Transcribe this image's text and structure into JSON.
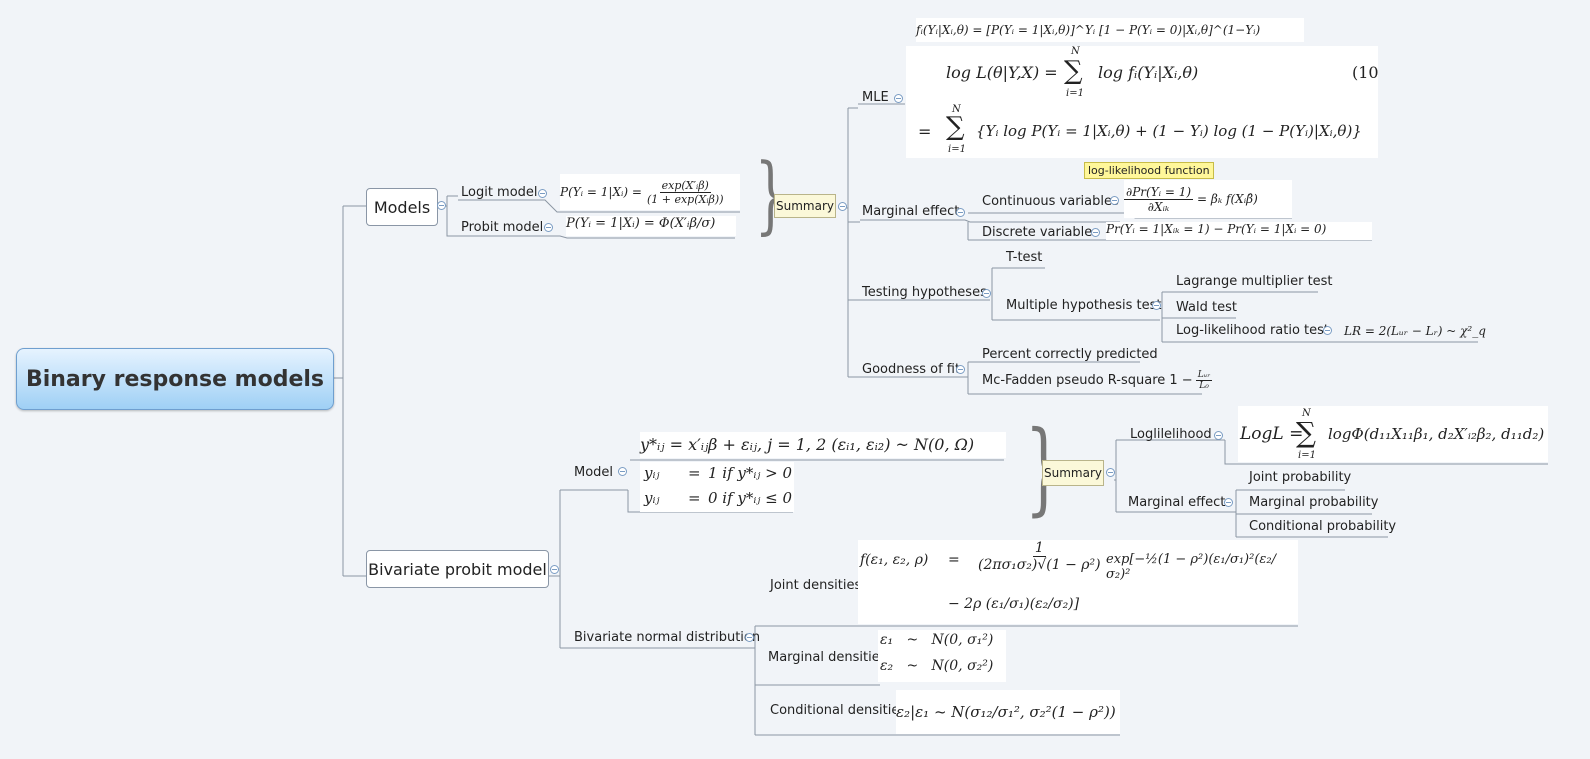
{
  "root": {
    "label": "Binary response models"
  },
  "models": {
    "label": "Models",
    "logit": {
      "label": "Logit model",
      "formula_lhs": "P(Yᵢ = 1|Xᵢ) =",
      "formula_num": "exp(X′ᵢβ)",
      "formula_den": "(1 + exp(Xᵢβ))"
    },
    "probit": {
      "label": "Probit model",
      "formula": "P(Yᵢ = 1|Xᵢ) = Φ(X′ᵢβ/σ)"
    },
    "summary": "Summary"
  },
  "mle": {
    "label": "MLE",
    "eq1": "fᵢ(Yᵢ|Xᵢ,θ) = [P(Yᵢ = 1|Xᵢ,θ)]^Yᵢ [1 − P(Yᵢ = 0)|Xᵢ,θ]^(1−Yᵢ)",
    "eq2_lhs": "log L(θ|Y,X) =",
    "eq2_sum_top": "N",
    "eq2_sum_bot": "i=1",
    "eq2_rhs": "log fᵢ(Yᵢ|Xᵢ,θ)",
    "eq2_num": "(10",
    "eq3_eq": "=",
    "eq3_rhs": "{Yᵢ log P(Yᵢ = 1|Xᵢ,θ) + (1 − Yᵢ) log (1 − P(Yᵢ)|Xᵢ,θ)}",
    "tooltip": "log-likelihood function"
  },
  "marginal_effect": {
    "label": "Marginal effect",
    "continuous": {
      "label": "Continuous variables",
      "num": "∂Pr(Yᵢ = 1)",
      "den": "∂Xᵢₖ",
      "rhs": "= βₖ f(Xᵢβ̂)"
    },
    "discrete": {
      "label": "Discrete variables",
      "formula": "Pr(Yᵢ = 1|Xᵢₖ = 1) − Pr(Yᵢ = 1|Xᵢ = 0)"
    }
  },
  "testing": {
    "label": "Testing hypotheses",
    "ttest": "T-test",
    "multiple": "Multiple hypothesis test",
    "lm": "Lagrange multiplier test",
    "wald": "Wald test",
    "lr": "Log-likelihood ratio test",
    "lr_formula": "LR = 2(Lᵤᵣ − Lᵣ) ~ χ²_q"
  },
  "goodness": {
    "label": "Goodness of fit",
    "pcp": "Percent correctly predicted",
    "mcf": "Mc-Fadden pseudo R-square 1 −",
    "mcf_num": "Lᵤᵣ",
    "mcf_den": "L₀"
  },
  "bivariate": {
    "label": "Bivariate probit model",
    "model": {
      "label": "Model",
      "eq1": "y*ᵢⱼ = x′ᵢⱼβ + εᵢⱼ,  j = 1, 2 (εᵢ₁, εᵢ₂) ~ N(0, Ω)",
      "eq2_l": "yᵢⱼ",
      "eq2_m": "=",
      "eq2_r": "1 if y*ᵢⱼ > 0",
      "eq3_l": "yᵢⱼ",
      "eq3_m": "=",
      "eq3_r": "0 if y*ᵢⱼ ≤ 0"
    },
    "summary": "Summary",
    "loglik": {
      "label": "Loglilelihood",
      "lhs": "LogL =",
      "sum_top": "N",
      "sum_bot": "i=1",
      "rhs": "logΦ(d₁₁X₁₁β₁, d₂X′ᵢ₂β₂, d₁₁d₂)"
    },
    "marginal": {
      "label": "Marginal effect",
      "items": [
        "Joint probability",
        "Marginal probability",
        "Conditional probability"
      ]
    },
    "bnd": {
      "label": "Bivariate normal distribution",
      "joint": {
        "label": "Joint densities",
        "lhs": "f(ε₁, ε₂, ρ)",
        "eq": "=",
        "num": "1",
        "den": "(2πσ₁σ₂)√(1 − ρ²)",
        "rhs1": "exp[−½(1 − ρ²)(ε₁/σ₁)²(ε₂/σ₂)²",
        "line2": "−   2ρ (ε₁/σ₁)(ε₂/σ₂)]"
      },
      "marginal": {
        "label": "Marginal densities",
        "l1": "ε₁   ~   N(0, σ₁²)",
        "l2": "ε₂   ~   N(0, σ₂²)"
      },
      "conditional": {
        "label": "Conditional densities",
        "formula": "ε₂|ε₁ ~ N(σ₁₂/σ₁², σ₂²(1 − ρ²))"
      }
    }
  }
}
